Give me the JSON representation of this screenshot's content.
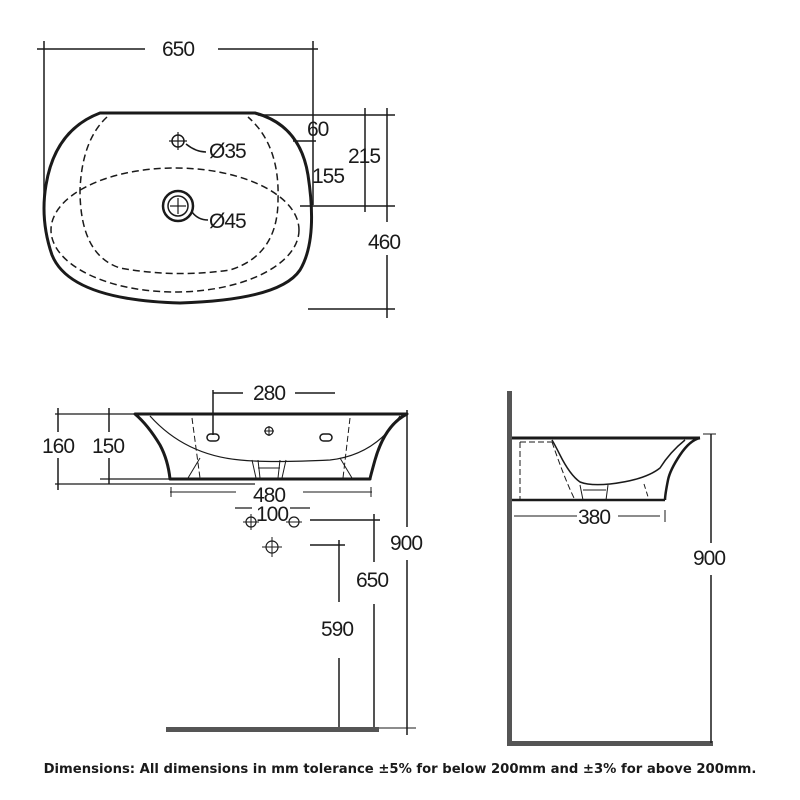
{
  "top_view": {
    "overall_width": "650",
    "tap_hole_diameter": "Ø35",
    "waste_diameter": "Ø45",
    "tap_hole_offset": "60",
    "waste_offset": "155",
    "waste_from_back": "215",
    "overall_depth": "460"
  },
  "front_view": {
    "overflow_spacing": "280",
    "overall_height": "160",
    "bowl_height": "150",
    "base_width": "480",
    "trap_spacing": "100",
    "height_to_rim": "900",
    "height_to_supply": "650",
    "height_to_waste": "590"
  },
  "side_view": {
    "base_depth": "380",
    "height_to_rim": "900"
  },
  "footer": {
    "note": "Dimensions: All dimensions in mm tolerance ±5% for below 200mm and ±3% for above 200mm."
  },
  "colors": {
    "line": "#1a1a1a",
    "floor": "#555555",
    "background": "#ffffff"
  }
}
